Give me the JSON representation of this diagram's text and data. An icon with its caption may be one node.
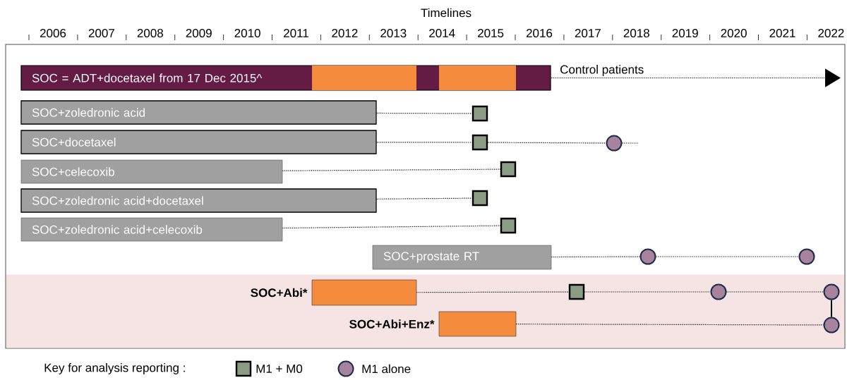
{
  "diagram": {
    "nodes": [
      {
        "text": [
          "SOC = ADT+docetaxel from 17 Dec 2015^"
        ]
      },
      {
        "text": [],
        "shape": "bar",
        "in": 0
      },
      {
        "text": [],
        "shape": "bar",
        "in": 0
      },
      {
        "text": [
          "SOC+zoledronic acid"
        ]
      },
      {
        "text": [
          "SOC+docetaxel"
        ]
      },
      {
        "text": [
          "SOC+celecoxib"
        ]
      },
      {
        "text": [
          "SOC+zoledronic acid+docetaxel"
        ]
      },
      {
        "text": [
          "SOC+zoledronic acid+celecoxib"
        ]
      },
      {
        "text": [
          "SOC+prostate RT"
        ]
      },
      {
        "text": [],
        "shape": "box"
      },
      {
        "text": [],
        "shape": "box"
      },
      {
        "text": [],
        "shape": "circle"
      },
      {
        "text": [],
        "shape": "box"
      },
      {
        "text": [],
        "shape": "box"
      },
      {
        "text": [],
        "shape": "box"
      },
      {
        "text": [],
        "shape": "circle"
      },
      {
        "text": [],
        "shape": "circle"
      },
      {
        "text": [],
        "shape": "box"
      },
      {
        "text": [],
        "shape": "bar",
        "beside": [
          "SOC+Abi*"
        ],
        "in": 17
      },
      {
        "text": [],
        "shape": "box",
        "in": 17
      },
      {
        "text": [],
        "shape": "circle",
        "in": 17
      },
      {
        "text": [],
        "shape": "circle",
        "in": 17
      },
      {
        "text": [],
        "shape": "bar",
        "beside": [
          "SOC+Abi+Enz*"
        ],
        "in": 17
      },
      {
        "text": [],
        "shape": "circle",
        "in": 17
      }
    ],
    "edges": [
      {
        "from": 0,
        "to": null,
        "arrow": "to",
        "label": "Control patients",
        "style": "dashed"
      },
      {
        "from": 3,
        "to": 9,
        "arrow": "none",
        "style": "dashed"
      },
      {
        "from": 4,
        "to": 10,
        "arrow": "none",
        "style": "dashed"
      },
      {
        "from": 10,
        "to": 11,
        "arrow": "none",
        "style": "dashed"
      },
      {
        "from": 11,
        "to": null,
        "arrow": "none",
        "style": "dashed"
      },
      {
        "from": 5,
        "to": 12,
        "arrow": "none",
        "style": "dashed"
      },
      {
        "from": 6,
        "to": 13,
        "arrow": "none",
        "style": "dashed"
      },
      {
        "from": 7,
        "to": 14,
        "arrow": "none",
        "style": "dashed"
      },
      {
        "from": 8,
        "to": 15,
        "arrow": "none",
        "style": "dashed"
      },
      {
        "from": 15,
        "to": 16,
        "arrow": "none",
        "style": "dashed"
      },
      {
        "from": 18,
        "to": 19,
        "arrow": "none",
        "style": "dashed"
      },
      {
        "from": 19,
        "to": 20,
        "arrow": "none",
        "style": "dashed"
      },
      {
        "from": 20,
        "to": 21,
        "arrow": "none",
        "style": "dashed"
      },
      {
        "from": 22,
        "to": 23,
        "arrow": "none",
        "style": "dashed"
      },
      {
        "from": 21,
        "to": 23,
        "arrow": "none"
      }
    ],
    "labels": [
      "Timelines",
      "2006",
      "2007",
      "2008",
      "2009",
      "2010",
      "2011",
      "2012",
      "2013",
      "2014",
      "2015",
      "2016",
      "2017",
      "2018",
      "2019",
      "2020",
      "2021",
      "2022",
      "Key for analysis reporting :"
    ],
    "legend": [
      {
        "text": "M1 + M0",
        "color": "#8c9b84"
      },
      {
        "text": "M1 alone",
        "color": "#a7839d"
      }
    ]
  }
}
